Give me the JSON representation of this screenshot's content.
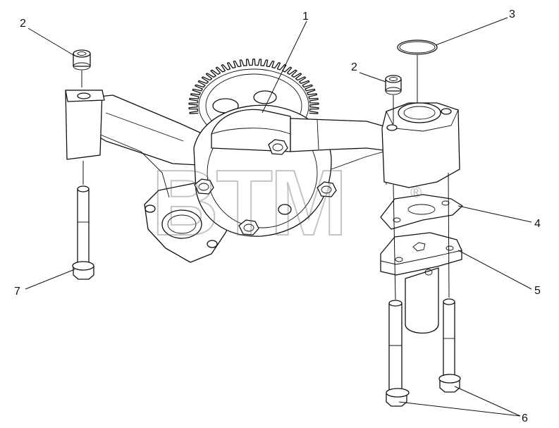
{
  "callouts": {
    "c1": "1",
    "c2a": "2",
    "c2b": "2",
    "c3": "3",
    "c4": "4",
    "c5": "5",
    "c6": "6",
    "c7": "7"
  },
  "watermark": {
    "text": "BTM",
    "mark": "®"
  },
  "parts": [
    {
      "number": "1",
      "icon": "oil-pump-assembly-icon"
    },
    {
      "number": "2",
      "icon": "dowel-sleeve-icon"
    },
    {
      "number": "3",
      "icon": "o-ring-icon"
    },
    {
      "number": "4",
      "icon": "gasket-icon"
    },
    {
      "number": "5",
      "icon": "flange-icon"
    },
    {
      "number": "6",
      "icon": "flange-bolt-icon"
    },
    {
      "number": "7",
      "icon": "flange-bolt-icon"
    }
  ]
}
